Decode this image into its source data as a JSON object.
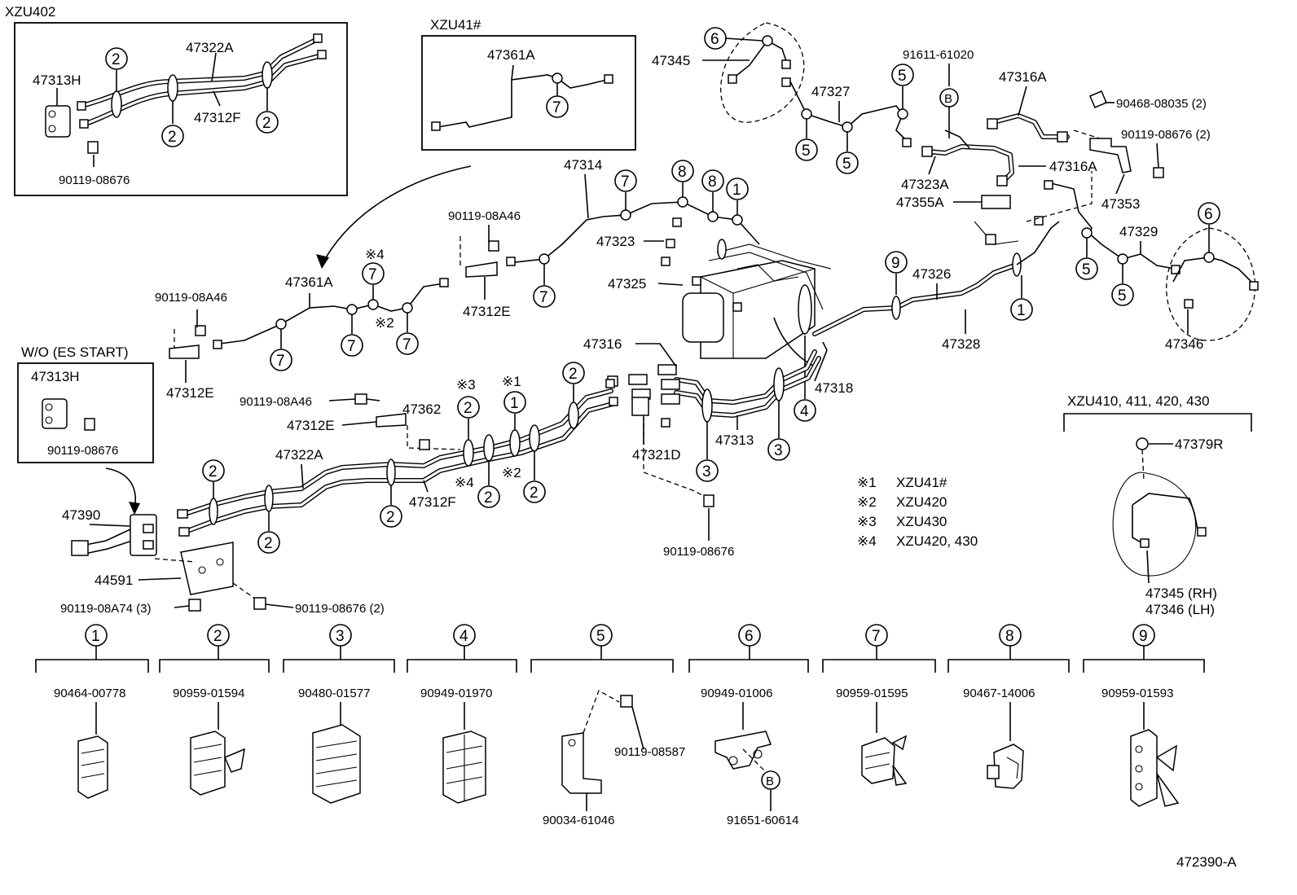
{
  "diagram_code": "472390-A",
  "insets": {
    "xzu402": {
      "title": "XZU402",
      "parts": [
        "47322A",
        "47313H",
        "47312F",
        "90119-08676"
      ],
      "clips": [
        "2",
        "2",
        "2"
      ]
    },
    "xzu41": {
      "title": "XZU41#",
      "parts": [
        "47361A"
      ],
      "clips": [
        "7"
      ]
    },
    "wo_es": {
      "title": "W/O (ES START)",
      "parts": [
        "47313H",
        "90119-08676"
      ]
    },
    "xzu410": {
      "title": "XZU410, 411, 420, 430",
      "parts": [
        "47379R",
        "47345 (RH)",
        "47346 (LH)"
      ]
    }
  },
  "labels": {
    "p47345": "47345",
    "p47327": "47327",
    "p91611": "91611-61020",
    "p47316A_top": "47316A",
    "p90468": "90468-08035 (2)",
    "p90119_2": "90119-08676 (2)",
    "p47323A": "47323A",
    "p47316A_mid": "47316A",
    "p47355A": "47355A",
    "p47353": "47353",
    "p47329": "47329",
    "p47346": "47346",
    "p47314": "47314",
    "p90119_a46_top": "90119-08A46",
    "p47323": "47323",
    "p47325": "47325",
    "p47312E_top": "47312E",
    "p47361A": "47361A",
    "p90119_a46_left": "90119-08A46",
    "p47312E_left": "47312E",
    "p47326": "47326",
    "p47328": "47328",
    "p47316": "47316",
    "p47318": "47318",
    "p47313": "47313",
    "p47321D": "47321D",
    "p90119_08676_mid": "90119-08676",
    "p90119_a46_mid": "90119-08A46",
    "p47312E_mid": "47312E",
    "p47362": "47362",
    "p47322A": "47322A",
    "p47312F": "47312F",
    "p47390": "47390",
    "p44591": "44591",
    "p90119_a74": "90119-08A74 (3)",
    "p90119_2b": "90119-08676 (2)"
  },
  "notes": [
    {
      "mark": "※1",
      "text": "XZU41#"
    },
    {
      "mark": "※2",
      "text": "XZU420"
    },
    {
      "mark": "※3",
      "text": "XZU430"
    },
    {
      "mark": "※4",
      "text": "XZU420, 430"
    }
  ],
  "note_marks": {
    "m4_top": "※4",
    "m2_top": "※2",
    "m3": "※3",
    "m1": "※1",
    "m4_bot": "※4",
    "m2_bot": "※2"
  },
  "clip_legend": [
    {
      "num": "1",
      "part": "90464-00778"
    },
    {
      "num": "2",
      "part": "90959-01594"
    },
    {
      "num": "3",
      "part": "90480-01577"
    },
    {
      "num": "4",
      "part": "90949-01970"
    },
    {
      "num": "5",
      "part": "90034-61046",
      "extra": "90119-08587"
    },
    {
      "num": "6",
      "part": "90949-01006",
      "extra": "91651-60614",
      "extra_mark": "B"
    },
    {
      "num": "7",
      "part": "90959-01595"
    },
    {
      "num": "8",
      "part": "90467-14006"
    },
    {
      "num": "9",
      "part": "90959-01593"
    }
  ],
  "ref_mark": "B"
}
